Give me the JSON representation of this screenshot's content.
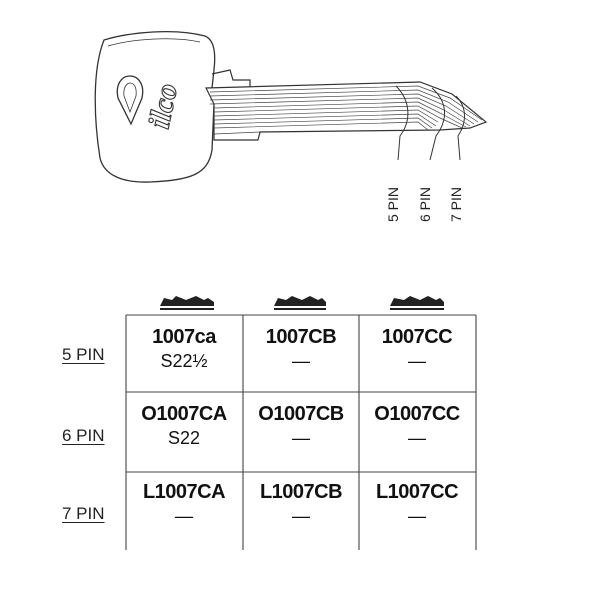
{
  "key": {
    "brand_text": "ilco",
    "pin_labels": [
      "5 PIN",
      "6 PIN",
      "7 PIN"
    ]
  },
  "table": {
    "rows": [
      {
        "label": "5 PIN",
        "cells": [
          {
            "code": "1007ca",
            "sub": "S22½"
          },
          {
            "code": "1007CB",
            "sub": "—"
          },
          {
            "code": "1007CC",
            "sub": "—"
          }
        ]
      },
      {
        "label": "6 PIN",
        "cells": [
          {
            "code": "O1007CA",
            "sub": "S22"
          },
          {
            "code": "O1007CB",
            "sub": "—"
          },
          {
            "code": "O1007CC",
            "sub": "—"
          }
        ]
      },
      {
        "label": "7 PIN",
        "cells": [
          {
            "code": "L1007CA",
            "sub": "—"
          },
          {
            "code": "L1007CB",
            "sub": "—"
          },
          {
            "code": "L1007CC",
            "sub": "—"
          }
        ]
      }
    ]
  },
  "colors": {
    "line": "#333333",
    "text": "#111111"
  }
}
